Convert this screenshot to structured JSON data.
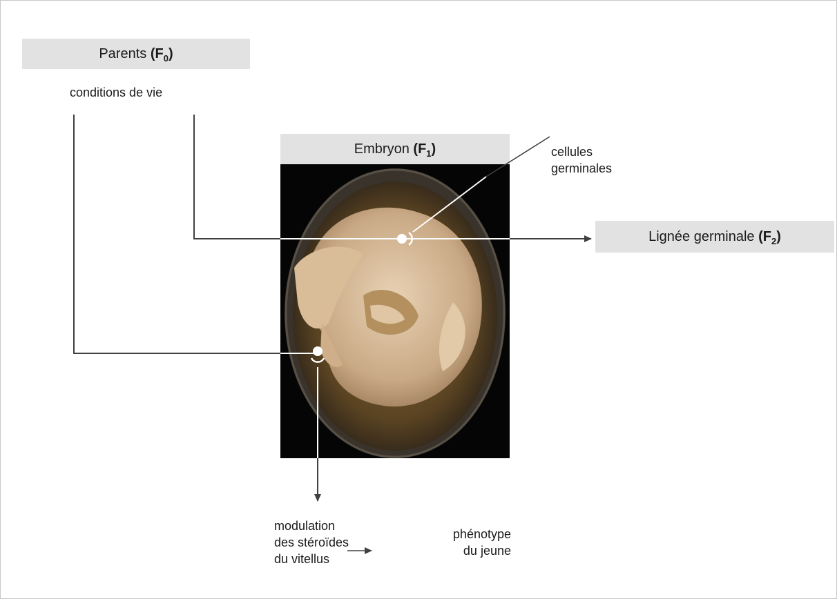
{
  "parents": {
    "title": "Parents",
    "gen_main": "F",
    "gen_sub": "0",
    "subtitle": "conditions de vie"
  },
  "embryo": {
    "title": "Embryon",
    "gen_main": "F",
    "gen_sub": "1",
    "photo_icon": "embryo-in-egg-illustration"
  },
  "germline": {
    "title": "Lignée germinale",
    "gen_main": "F",
    "gen_sub": "2"
  },
  "labels": {
    "germ_cells_1": "cellules",
    "germ_cells_2": "germinales",
    "yolk_1": "modulation",
    "yolk_2": "des stéroïdes",
    "yolk_3": "du vitellus",
    "phen_1": "phénotype",
    "phen_2": "du jeune"
  },
  "colors": {
    "box_fill": "#e2e2e2",
    "line": "#404040",
    "photo_bg": "#050505"
  }
}
